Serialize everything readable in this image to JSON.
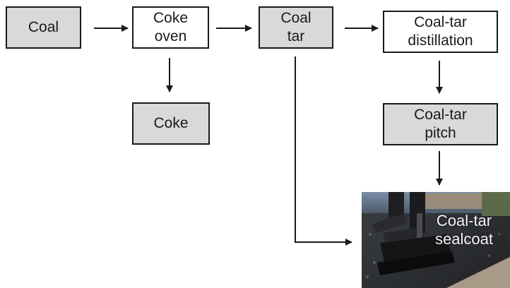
{
  "nodes": {
    "coal": "Coal",
    "coke_oven": "Coke\noven",
    "coal_tar": "Coal\ntar",
    "distillation": "Coal-tar\ndistillation",
    "coke": "Coke",
    "pitch": "Coal-tar\npitch",
    "sealcoat": "Coal-tar\nsealcoat"
  },
  "colors": {
    "shaded_fill": "#d9d9d9",
    "outline": "#1a1a1a"
  },
  "icons": {
    "photo": "sealcoat-brush-photo"
  }
}
